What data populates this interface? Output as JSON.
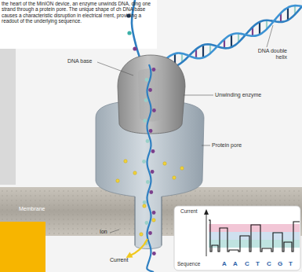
{
  "diagram": {
    "labels": [
      "the heart of the MinION device, an enzyme unwinds DNA, ding one strand through a protein pore. The unique shape of ch DNA base causes a characteristic disruption in electrical rrent, providing a readout of the underlying sequence.",
      "DNA base",
      "DNA double helix",
      "Unwinding enzyme",
      "Protein pore",
      "Membrane",
      "Ion",
      "Current",
      "Current",
      "Sequence",
      "A",
      "A",
      "C",
      "T",
      "C",
      "G",
      "T"
    ]
  }
}
